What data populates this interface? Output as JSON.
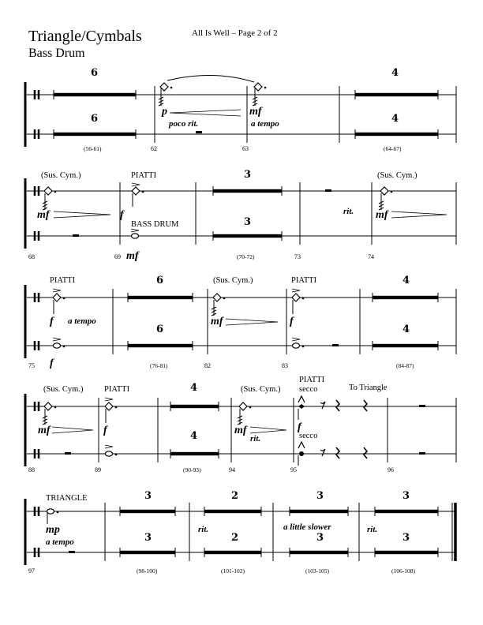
{
  "header": {
    "title_line1": "Triangle/Cymbals",
    "title_line2": "Bass Drum",
    "center": "All Is Well – Page 2 of 2"
  },
  "systems": [
    {
      "measure_numbers": [
        "(56-61)",
        "62",
        "63",
        "(64-67)"
      ],
      "rest_counts": [
        "6",
        "6",
        "4",
        "4"
      ],
      "dynamics": [
        "p",
        "mf"
      ],
      "expressions": [
        "poco rit.",
        "a tempo"
      ]
    },
    {
      "measure_numbers": [
        "68",
        "69",
        "(70-72)",
        "73",
        "74"
      ],
      "rest_counts": [
        "3",
        "3"
      ],
      "labels": [
        "(Sus. Cym.)",
        "PIATTI",
        "BASS DRUM",
        "(Sus. Cym.)"
      ],
      "dynamics": [
        "mf",
        "f",
        "mf",
        "mf"
      ],
      "expressions": [
        "rit."
      ]
    },
    {
      "measure_numbers": [
        "75",
        "(76-81)",
        "82",
        "83",
        "(84-87)"
      ],
      "rest_counts": [
        "6",
        "6",
        "4",
        "4"
      ],
      "labels": [
        "PIATTI",
        "(Sus. Cym.)",
        "PIATTI"
      ],
      "dynamics": [
        "f",
        "f",
        "mf",
        "f"
      ],
      "expressions": [
        "a tempo"
      ]
    },
    {
      "measure_numbers": [
        "88",
        "89",
        "(90-93)",
        "94",
        "95",
        "96"
      ],
      "rest_counts": [
        "4",
        "4"
      ],
      "labels": [
        "(Sus. Cym.)",
        "PIATTI",
        "(Sus. Cym.)",
        "PIATTI",
        "secco",
        "To Triangle",
        "secco"
      ],
      "dynamics": [
        "mf",
        "f",
        "mf",
        "f"
      ],
      "expressions": [
        "rit."
      ]
    },
    {
      "measure_numbers": [
        "97",
        "(98-100)",
        "(101-102)",
        "(103-105)",
        "(106-108)"
      ],
      "rest_counts": [
        "3",
        "3",
        "2",
        "2",
        "3",
        "3",
        "3",
        "3"
      ],
      "labels": [
        "TRIANGLE"
      ],
      "dynamics": [
        "mp"
      ],
      "expressions": [
        "a tempo",
        "rit.",
        "a little slower",
        "rit."
      ]
    }
  ]
}
